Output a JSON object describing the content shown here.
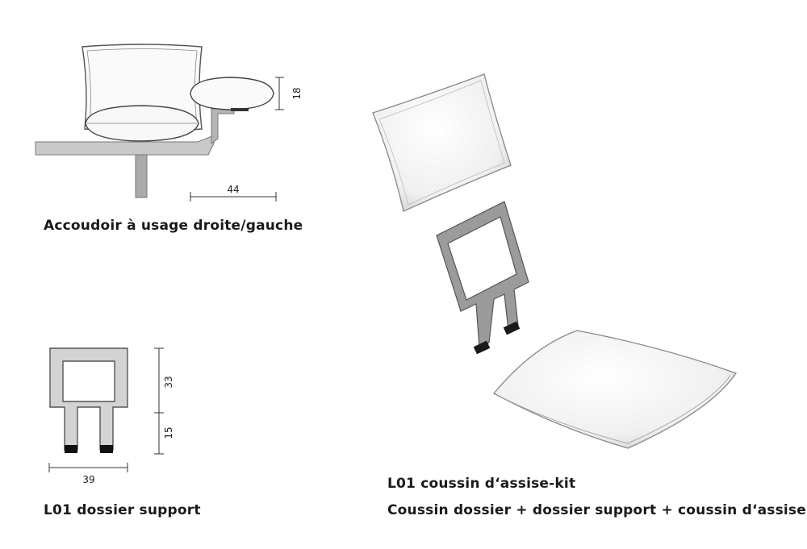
{
  "armrest": {
    "caption": "Accoudoir à usage droite/gauche",
    "dim_height": "18",
    "dim_width": "44"
  },
  "support": {
    "caption": "L01 dossier support",
    "dim_top": "33",
    "dim_bottom": "15",
    "dim_width": "39"
  },
  "kit": {
    "title": "L01 coussin d‘assise-kit",
    "subtitle": "Coussin dossier + dossier support  + coussin d‘assise"
  }
}
